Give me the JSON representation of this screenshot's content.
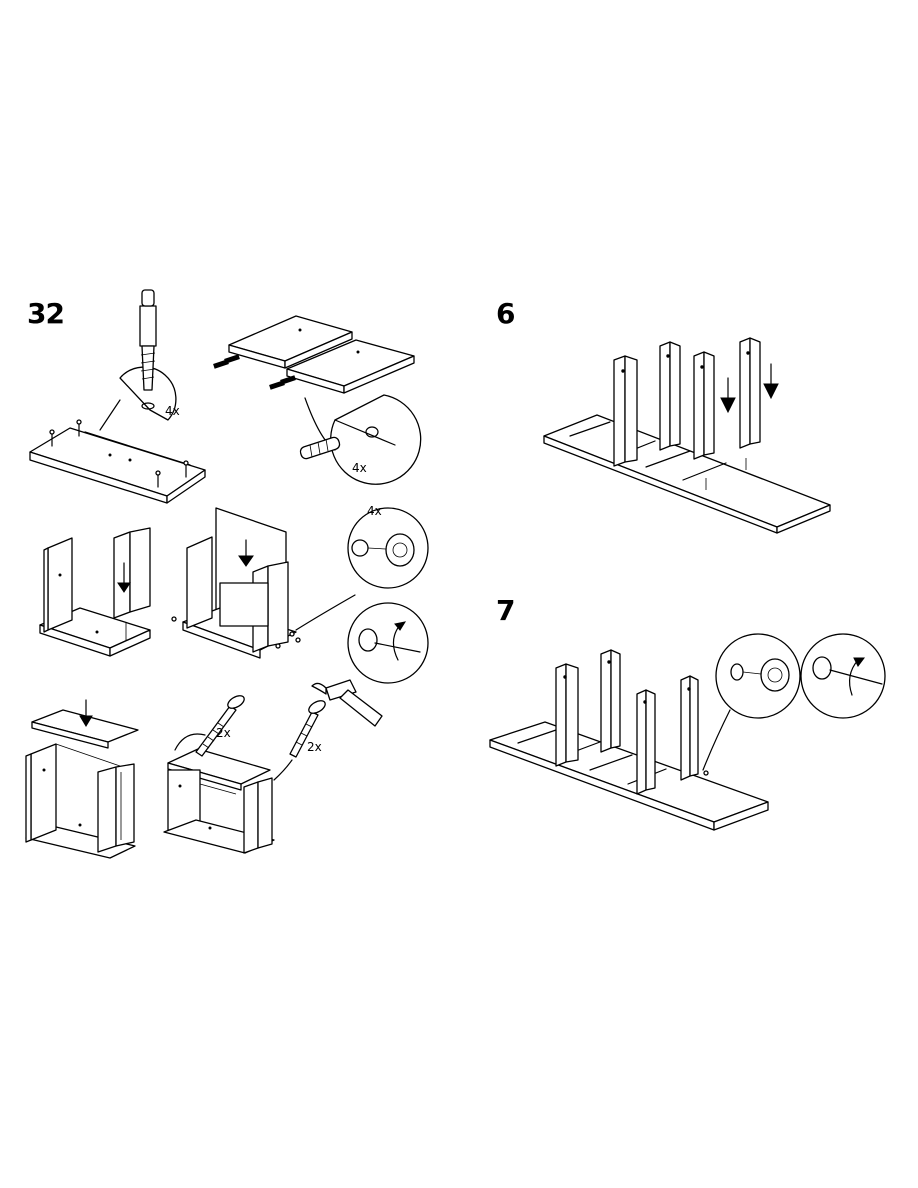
{
  "steps": {
    "left_step": "32",
    "right_top_step": "6",
    "right_bottom_step": "7"
  },
  "quantities": {
    "cam_bolt_qty": "4x",
    "dowel_qty": "4x",
    "cam_lock_qty": "4x",
    "nail_qty": "2x",
    "nail_hammer_qty": "2x"
  }
}
